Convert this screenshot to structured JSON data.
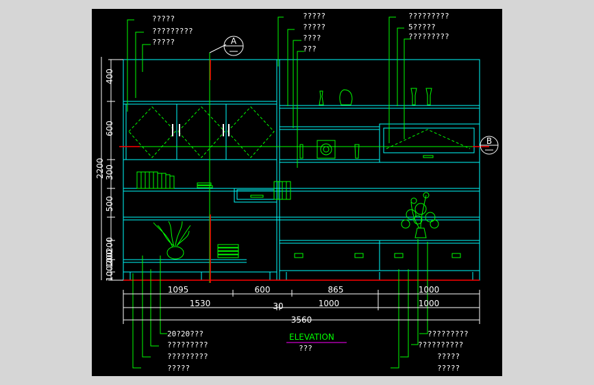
{
  "colors": {
    "background": "#000000",
    "frame": "#d6d6d6",
    "cabinet": "#00ffff",
    "detail": "#00ff00",
    "dimension": "#ffffff",
    "accent": "#ff0000",
    "label_text": "#ffffff",
    "title_underline": "#ff00ff"
  },
  "labels_top_left": [
    "?????",
    "?????????",
    "?????"
  ],
  "labels_top_mid": [
    "?????",
    "?????",
    "????",
    "???"
  ],
  "labels_top_right": [
    "?????????",
    "5?????",
    "?????????"
  ],
  "labels_bottom_left": [
    "20?20???",
    "?????????",
    "?????????",
    "?????"
  ],
  "labels_bottom_right": [
    "?????????",
    "??????????",
    "?????",
    "?????"
  ],
  "section_markers": [
    "A",
    "B"
  ],
  "vertical_dims": [
    "400",
    "600",
    "300",
    "500",
    "200",
    "100",
    "200",
    "100"
  ],
  "overall_height": "2200",
  "horizontal_dims": {
    "row1": [
      "1095",
      "600",
      "865",
      "1000"
    ],
    "row2": [
      "1530",
      "30",
      "1000",
      "1000"
    ],
    "row3": [
      "3560"
    ]
  },
  "title": "ELEVATION",
  "subtitle": "???"
}
